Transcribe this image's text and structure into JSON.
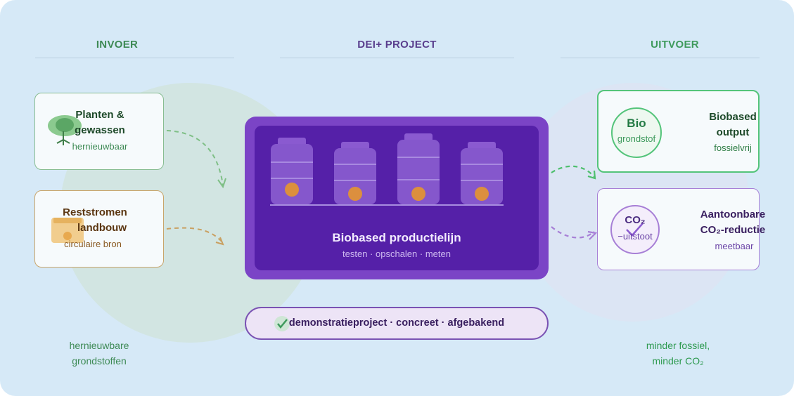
{
  "columns": {
    "input": "INVOER",
    "project": "DEI+ PROJECT",
    "output": "UITVOER"
  },
  "inputs": [
    {
      "title_line1": "Planten &",
      "title_line2": "gewassen",
      "subtitle": "hernieuwbaar"
    },
    {
      "title_line1": "Reststromen",
      "title_line2": "landbouw",
      "subtitle": "circulaire bron"
    }
  ],
  "center": {
    "title": "Biobased productielijn",
    "subtitle": "testen · opschalen · meten"
  },
  "outputs": [
    {
      "icon_line1": "Bio",
      "icon_line2": "grondstof",
      "title_line1": "Biobased",
      "title_line2": "output",
      "subtitle": "fossielvrij"
    },
    {
      "icon_line1": "CO₂",
      "icon_line2": "−uitstoot",
      "title_line1": "Aantoonbare",
      "title_line2": "CO₂-reductie",
      "subtitle": "meetbaar"
    }
  ],
  "badge": "demonstratieproject · concreet · afgebakend",
  "footer": {
    "left_line1": "hernieuwbare",
    "left_line2": "grondstoffen",
    "right_line1": "minder fossiel,",
    "right_line2": "minder CO₂"
  },
  "icons": {
    "plant": "plant-icon",
    "crate": "crate-icon",
    "check": "checkmark-icon",
    "tanks": "tank-icon"
  },
  "colors": {
    "background": "#d6e9f7",
    "green": "#3e9a5c",
    "orange": "#c9944a",
    "purple": "#7b44c6",
    "dark_purple": "#5520a8",
    "lilac": "#a77fd6",
    "accent_orange": "#dc8f3e"
  }
}
